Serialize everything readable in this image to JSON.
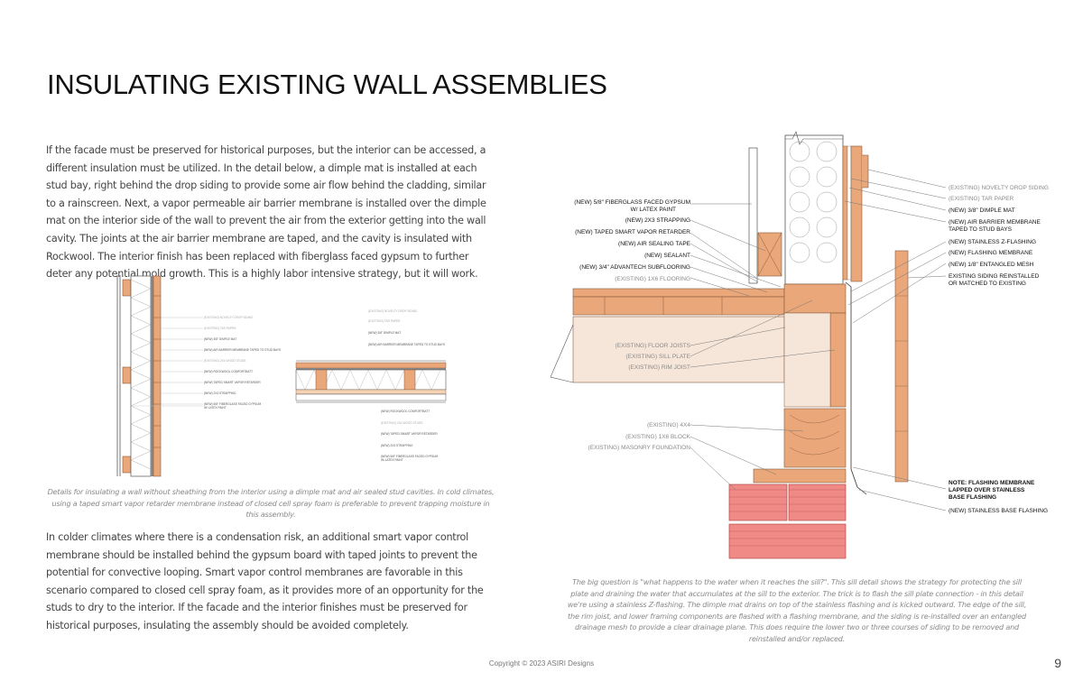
{
  "page": {
    "title": "INSULATING EXISTING WALL ASSEMBLIES",
    "paragraph_1": "If the facade must be preserved for historical purposes, but the interior can be accessed, a different insulation must be utilized. In the detail below, a dimple mat is installed at each stud bay, right behind the drop siding to provide some air flow behind the cladding, similar to a rainscreen. Next, a vapor permeable air barrier membrane is installed over the dimple mat on the interior side of the wall to prevent the air from the exterior getting into the wall cavity. The joints at the air barrier membrane are taped, and the cavity is insulated with Rockwool. The interior finish has been replaced with fiberglass faced gypsum to further deter any potential mold growth. This is a highly labor intensive strategy, but it will work.",
    "caption_1": "Details for insulating a wall without sheathing from the interior using a dimple mat and air sealed stud cavities. In cold climates, using a taped smart vapor retarder membrane instead of closed cell spray foam is preferable to prevent trapping moisture in this assembly.",
    "paragraph_2": "In colder climates where there is a condensation risk, an additional smart vapor control membrane should be installed behind the gypsum board with taped joints to prevent the potential for convective looping. Smart vapor control membranes are favorable in this scenario compared to closed cell spray foam, as it provides more of an opportunity for the studs to dry to the interior. If the facade and the interior finishes must be preserved for historical purposes, insulating the assembly should be avoided completely.",
    "caption_2": "The big question is \"what happens to the water when it reaches the sill?\". This sill detail shows the strategy for protecting the sill plate and draining the water that accumulates at the sill to the exterior. The trick is to flash the sill plate connection - in this detail we're using a stainless Z-flashing. The dimple mat drains on top of the stainless flashing and is kicked outward. The edge of the sill, the rim joist, and lower framing components are flashed with a flashing membrane, and the siding is re-installed over an entangled drainage mesh to provide a clear drainage plane. This does require the lower two or three courses of siding to be removed and reinstalled and/or replaced.",
    "footer": "Copyright © 2023 ASIRI Designs",
    "page_number": "9"
  },
  "sill_detail": {
    "left_labels": [
      "(NEW) 5/8\" FIBERGLASS FACED GYPSUM",
      "W/ LATEX PAINT",
      "(NEW) 2X3 STRAPPING",
      "(NEW) TAPED SMART VAPOR RETARDER",
      "(NEW) AIR SEALING TAPE",
      "(NEW) SEALANT",
      "(NEW) 3/4\" ADVANTECH SUBFLOORING",
      "(EXISTING) 1X6 FLOORING"
    ],
    "framing_labels": [
      "(EXISTING) FLOOR JOISTS",
      "(EXISTING) SILL PLATE",
      "(EXISTING) RIM JOIST"
    ],
    "foundation_labels": [
      "(EXISTING) 4X4",
      "(EXISTING) 1X6 BLOCK",
      "(EXISTING) MASONRY FOUNDATION"
    ],
    "right_labels": [
      "(EXISTING) NOVELTY DROP SIDING",
      "(EXISTING) TAR PAPER",
      "(NEW) 3/8\" DIMPLE MAT",
      "(NEW) AIR BARRIER MEMBRANE",
      "TAPED TO STUD BAYS",
      "(NEW) STAINLESS Z-FLASHING",
      "(NEW) FLASHING MEMBRANE",
      "(NEW) 1/8\" ENTANGLED MESH",
      "EXISTING SIDING REINSTALLED",
      "OR MATCHED TO EXISTING"
    ],
    "note": [
      "NOTE: FLASHING MEMBRANE",
      "LAPPED OVER STAINLESS",
      "BASE FLASHING"
    ],
    "bottom_label": "(NEW) STAINLESS BASE FLASHING"
  },
  "wall_section_detail": {
    "labels": [
      "(EXISTING) NOVELTY DROP SIDING",
      "(EXISTING) TAR PAPER",
      "(NEW) 3/8\" DIMPLE MAT",
      "(NEW) AIR BARRIER MEMBRANE TAPED TO STUD BAYS",
      "(EXISTING) 2X4 WOOD STUDS",
      "(NEW) ROCKWOOL COMFORTBATT",
      "(NEW) TAPED SMART VAPOR RETARDER",
      "(NEW) 2X3 STRAPPING",
      "(NEW) 5/8\" FIBERGLASS FACED GYPSUM",
      "W/ LATEX PAINT"
    ]
  },
  "plan_detail": {
    "top_labels": [
      "(EXISTING) NOVELTY DROP SIDING",
      "(EXISTING) TAR PAPER",
      "(NEW) 3/8\" DIMPLE MAT",
      "(NEW) AIR BARRIER MEMBRANE TAPED TO STUD BAYS"
    ],
    "bottom_labels": [
      "(NEW) ROCKWOOL COMFORTBATT",
      "(EXISTING) 2X4 WOOD STUDS",
      "(NEW) TAPED SMART VAPOR RETARDER",
      "(NEW) 2X3 STRAPPING",
      "(NEW) 5/8\" FIBERGLASS FACED GYPSUM",
      "W/ LATEX PAINT"
    ]
  },
  "colors": {
    "wood": "#e9a77a",
    "wood_dark": "#c7784a",
    "brick": "#ef8a86",
    "joist_fill": "#f6e6d9",
    "grey_label": "#8a8a8a"
  }
}
